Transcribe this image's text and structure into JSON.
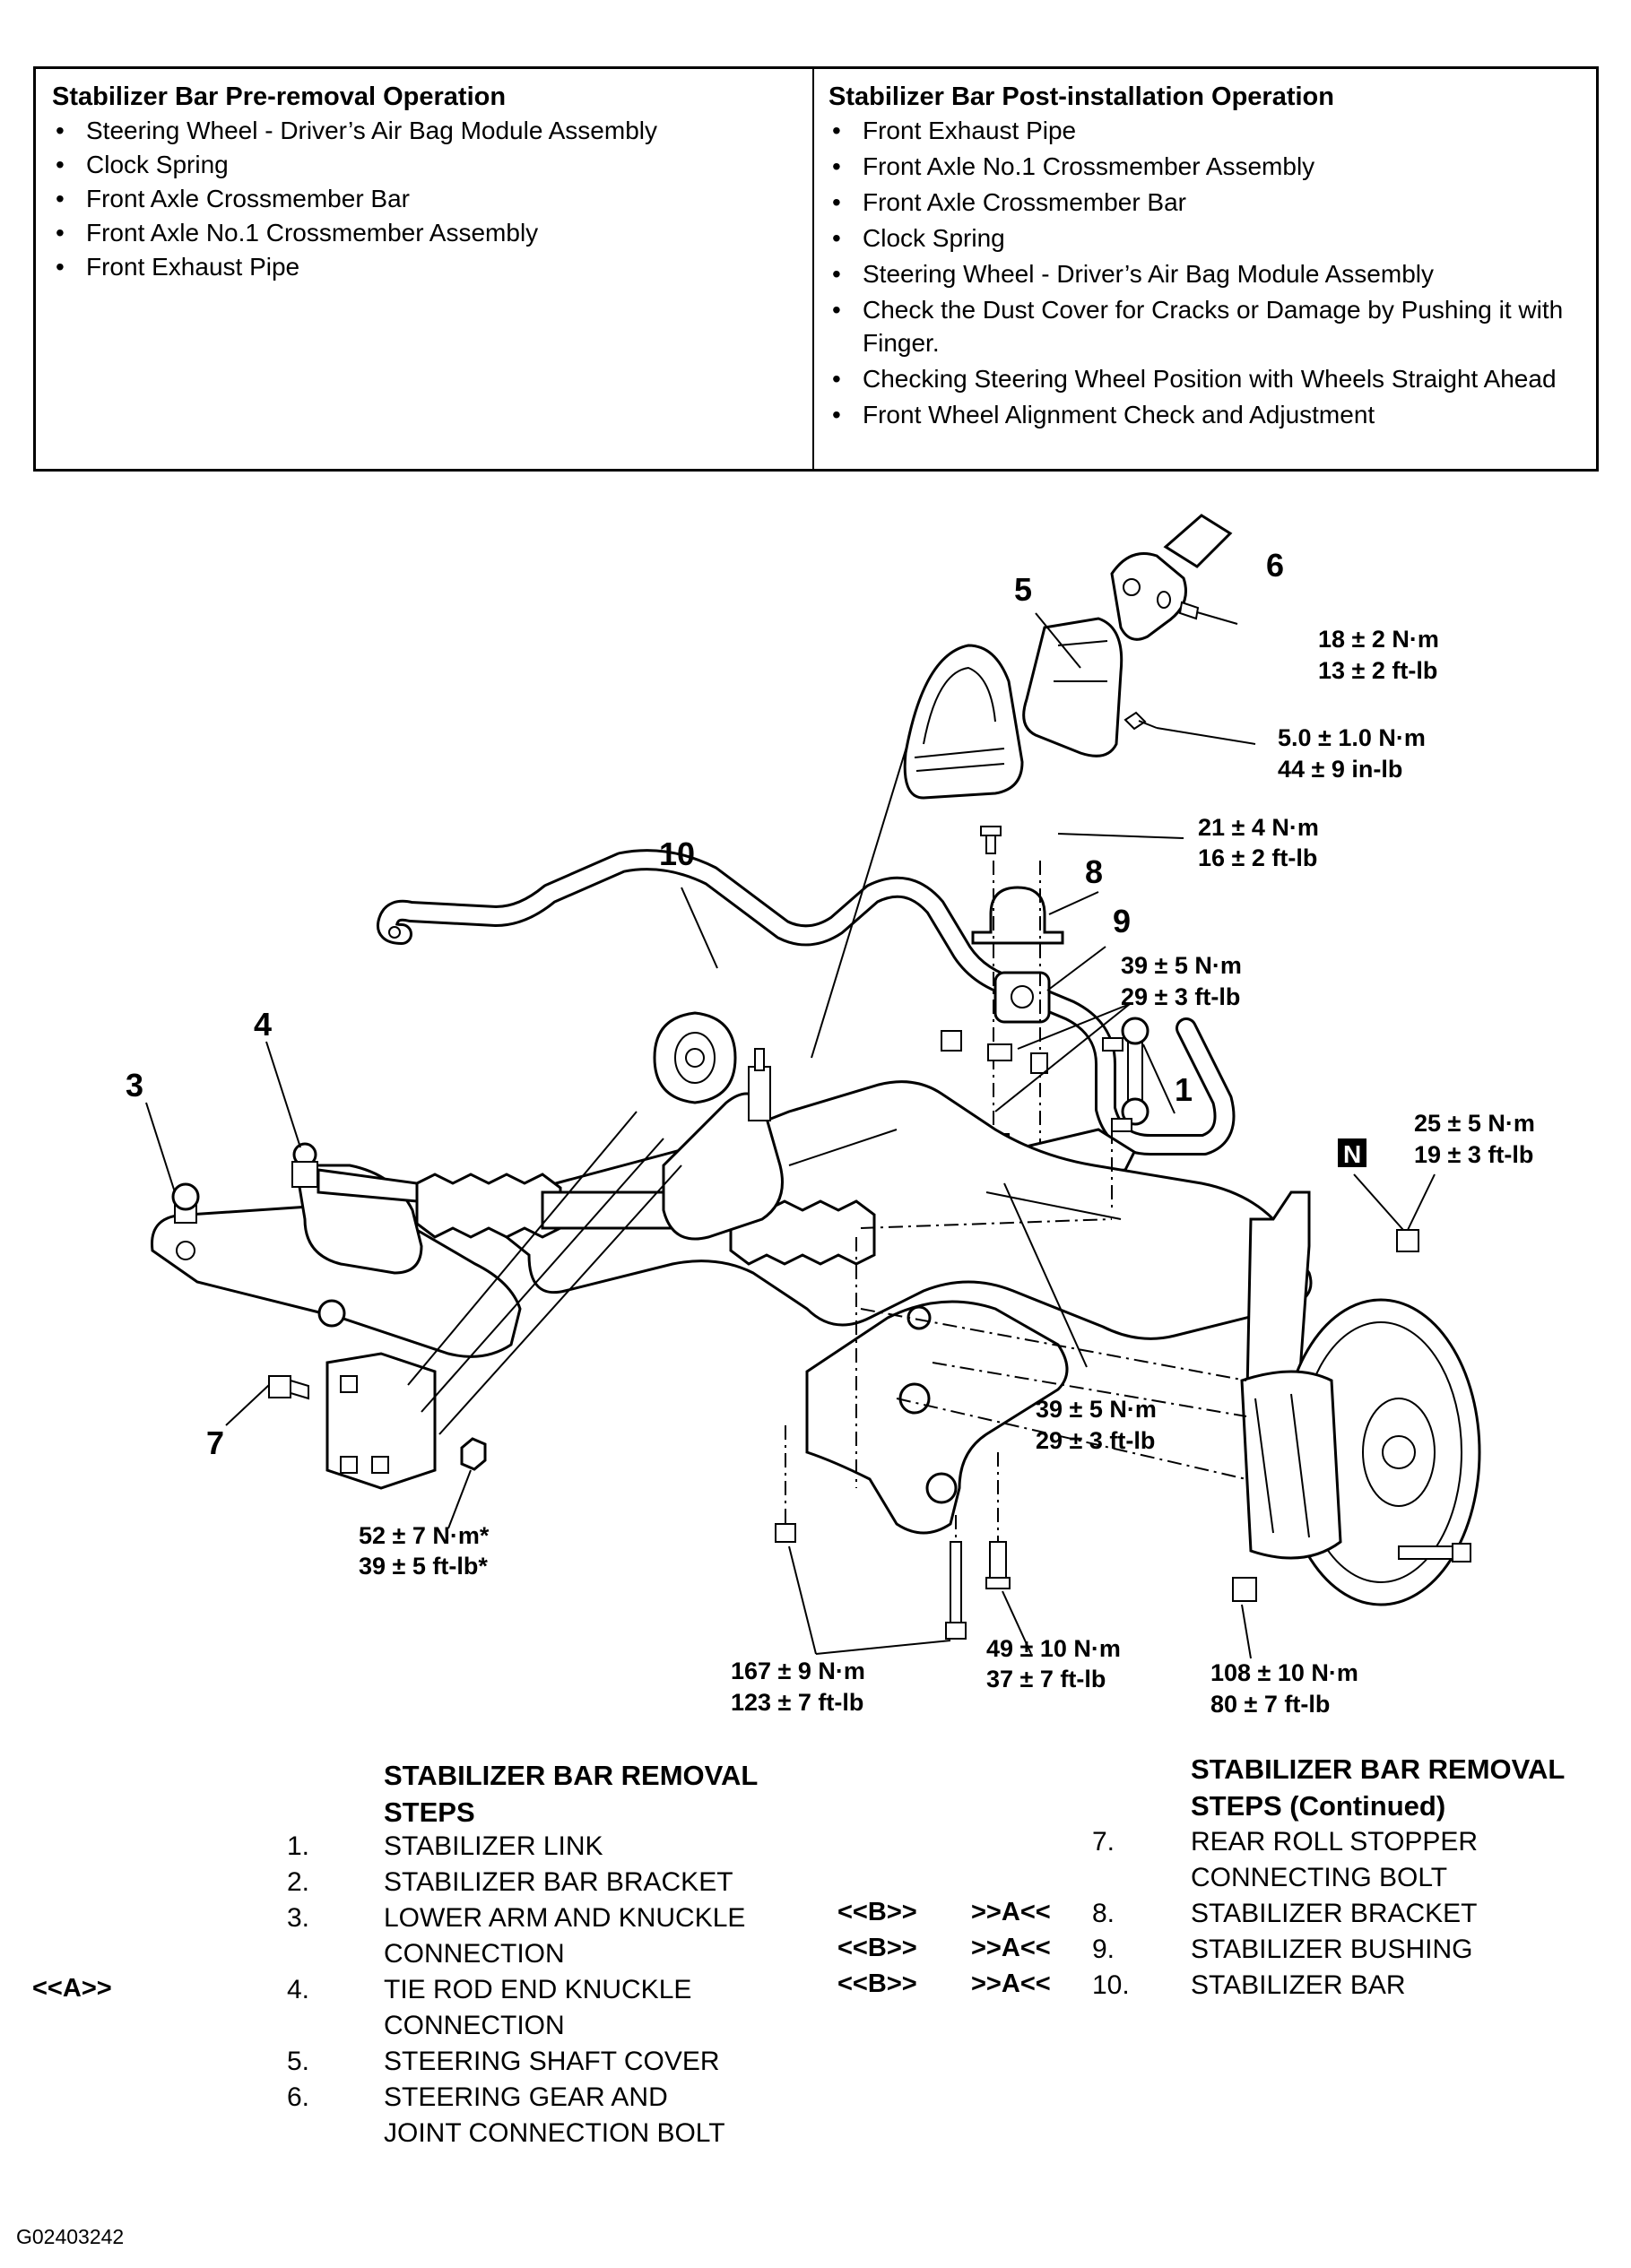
{
  "ops": {
    "pre_title": "Stabilizer Bar Pre-removal Operation",
    "pre_items": [
      "Steering Wheel - Driver’s Air Bag Module Assembly",
      "Clock Spring",
      "Front Axle Crossmember Bar",
      "Front Axle No.1 Crossmember Assembly",
      "Front Exhaust Pipe"
    ],
    "post_title": "Stabilizer Bar Post-installation Operation",
    "post_items": [
      "Front Exhaust Pipe",
      "Front Axle No.1 Crossmember Assembly",
      "Front Axle Crossmember Bar",
      "Clock Spring",
      "Steering Wheel - Driver’s Air Bag Module Assembly",
      "Check the Dust Cover for Cracks or Damage by Pushing it with Finger.",
      "Checking Steering Wheel Position with Wheels Straight Ahead",
      "Front Wheel Alignment Check and Adjustment"
    ]
  },
  "diagram": {
    "callouts": {
      "c1": "1",
      "c3": "3",
      "c4": "4",
      "c5": "5",
      "c6": "6",
      "c7": "7",
      "c8": "8",
      "c9": "9",
      "c10": "10"
    },
    "n_mark": "N",
    "torque": {
      "t6": [
        "18 ± 2 N·m",
        "13 ± 2 ft-lb"
      ],
      "t5": [
        "5.0 ± 1.0 N·m",
        "44 ± 9 in-lb"
      ],
      "t8": [
        "21 ± 4 N·m",
        "16 ± 2 ft-lb"
      ],
      "t9": [
        "39 ± 5 N·m",
        "29 ± 3 ft-lb"
      ],
      "tN": [
        "25 ± 5 N·m",
        "19 ± 3 ft-lb"
      ],
      "t1": [
        "39 ± 5 N·m",
        "29 ± 3 ft-lb"
      ],
      "t7": [
        "52 ± 7 N·m*",
        "39 ± 5 ft-lb*"
      ],
      "tLA": [
        "167 ± 9 N·m",
        "123 ± 7 ft-lb"
      ],
      "tMid": [
        "49 ± 10 N·m",
        "37 ± 7 ft-lb"
      ],
      "tKn": [
        "108 ± 10 N·m",
        "80 ± 7 ft-lb"
      ]
    }
  },
  "steps": {
    "heading_line1": "STABILIZER BAR REMOVAL",
    "heading_line2": "STEPS",
    "cont_heading_line1": "STABILIZER BAR REMOVAL",
    "cont_heading_line2": "STEPS (Continued)",
    "ref_a": "<<A>>",
    "ref_b": "<<B>>",
    "ref_aa": ">>A<<",
    "items": [
      {
        "num": "1.",
        "line1": "STABILIZER LINK",
        "line2": ""
      },
      {
        "num": "2.",
        "line1": "STABILIZER BAR BRACKET",
        "line2": ""
      },
      {
        "num": "3.",
        "line1": "LOWER ARM AND KNUCKLE",
        "line2": "CONNECTION"
      },
      {
        "num": "4.",
        "line1": "TIE ROD END KNUCKLE",
        "line2": "CONNECTION"
      },
      {
        "num": "5.",
        "line1": "STEERING SHAFT COVER",
        "line2": ""
      },
      {
        "num": "6.",
        "line1": "STEERING GEAR AND",
        "line2": "JOINT CONNECTION BOLT"
      },
      {
        "num": "7.",
        "line1": "REAR ROLL STOPPER",
        "line2": "CONNECTING BOLT"
      },
      {
        "num": "8.",
        "line1": "STABILIZER BRACKET",
        "line2": ""
      },
      {
        "num": "9.",
        "line1": "STABILIZER BUSHING",
        "line2": ""
      },
      {
        "num": "10.",
        "line1": "STABILIZER BAR",
        "line2": ""
      }
    ]
  },
  "figure_id": "G02403242"
}
